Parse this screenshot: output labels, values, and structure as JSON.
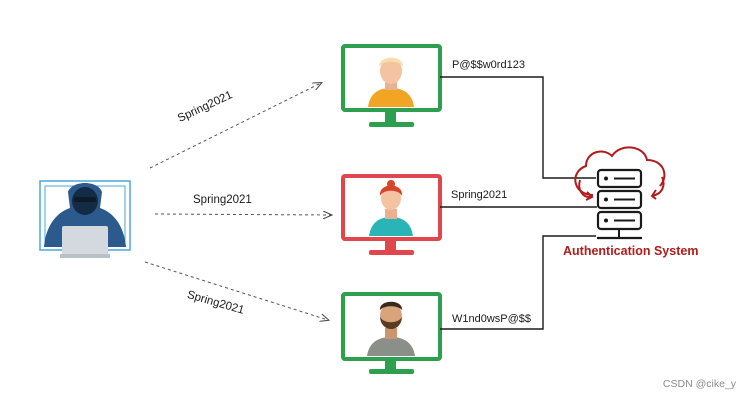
{
  "attacker": {
    "icon": "hooded-hacker-with-laptop",
    "sprayed_password_labels": [
      "Spring2021",
      "Spring2021",
      "Spring2021"
    ]
  },
  "targets": [
    {
      "name": "user-top",
      "icon": "blond-user-avatar",
      "frame_color": "#2e9e4f",
      "submitted_password": "P@$$w0rd123"
    },
    {
      "name": "user-middle",
      "icon": "redhead-user-avatar",
      "frame_color": "#e0474c",
      "submitted_password": "Spring2021"
    },
    {
      "name": "user-bottom",
      "icon": "bearded-user-avatar",
      "frame_color": "#2e9e4f",
      "submitted_password": "W1nd0wsP@$$"
    }
  ],
  "auth_system": {
    "icon": "cloud-server-icon",
    "title": "Authentication System",
    "color": "#b01c1c"
  },
  "watermark": "CSDN @cike_y"
}
